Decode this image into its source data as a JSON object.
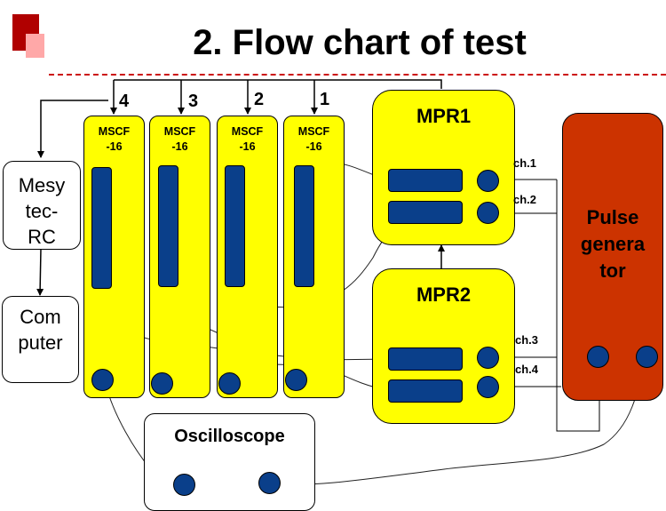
{
  "slide": {
    "title": "2. Flow chart of test",
    "colors": {
      "module_fill": "#ffff00",
      "connector_fill": "#0a3f8a",
      "pulse_generator_fill": "#cc3300",
      "dashed_rule": "#cc1111",
      "logo_dark": "#b00000",
      "logo_light": "#ffa8a8"
    }
  },
  "mscf_modules": [
    {
      "index": "4",
      "label_line1": "MSCF",
      "label_line2": "-16"
    },
    {
      "index": "3",
      "label_line1": "MSCF",
      "label_line2": "-16"
    },
    {
      "index": "2",
      "label_line1": "MSCF",
      "label_line2": "-16"
    },
    {
      "index": "1",
      "label_line1": "MSCF",
      "label_line2": "-16"
    }
  ],
  "mpr": [
    {
      "label": "MPR1",
      "channels": [
        "ch.1",
        "ch.2"
      ]
    },
    {
      "label": "MPR2",
      "channels": [
        "ch.3",
        "ch.4"
      ]
    }
  ],
  "mesytec": {
    "line1": "Mesy",
    "line2": "tec-",
    "line3": "RC"
  },
  "computer": {
    "line1": "Com",
    "line2": "puter"
  },
  "pulse_generator": {
    "line1": "Pulse",
    "line2": "genera",
    "line3": "tor"
  },
  "oscilloscope": {
    "label": "Oscilloscope"
  }
}
